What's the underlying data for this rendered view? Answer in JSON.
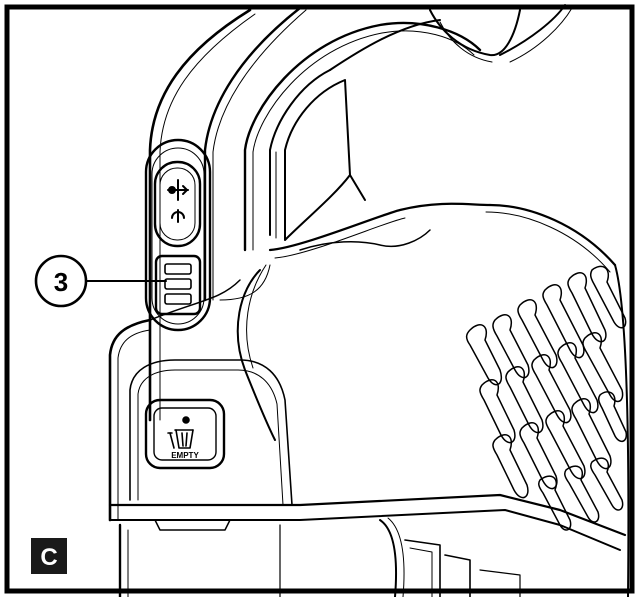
{
  "figure": {
    "callout": {
      "number": "3"
    },
    "panel": {
      "letter": "C"
    },
    "empty_button": {
      "label": "EMPTY",
      "icon": "trash-bin-icon"
    },
    "power_button": {
      "icon": "power-suction-icon"
    },
    "indicator": {
      "icon": "level-indicator-icon"
    },
    "colors": {
      "ink": "#000000",
      "paper": "#ffffff",
      "label_bg": "#1a1a1a"
    }
  }
}
